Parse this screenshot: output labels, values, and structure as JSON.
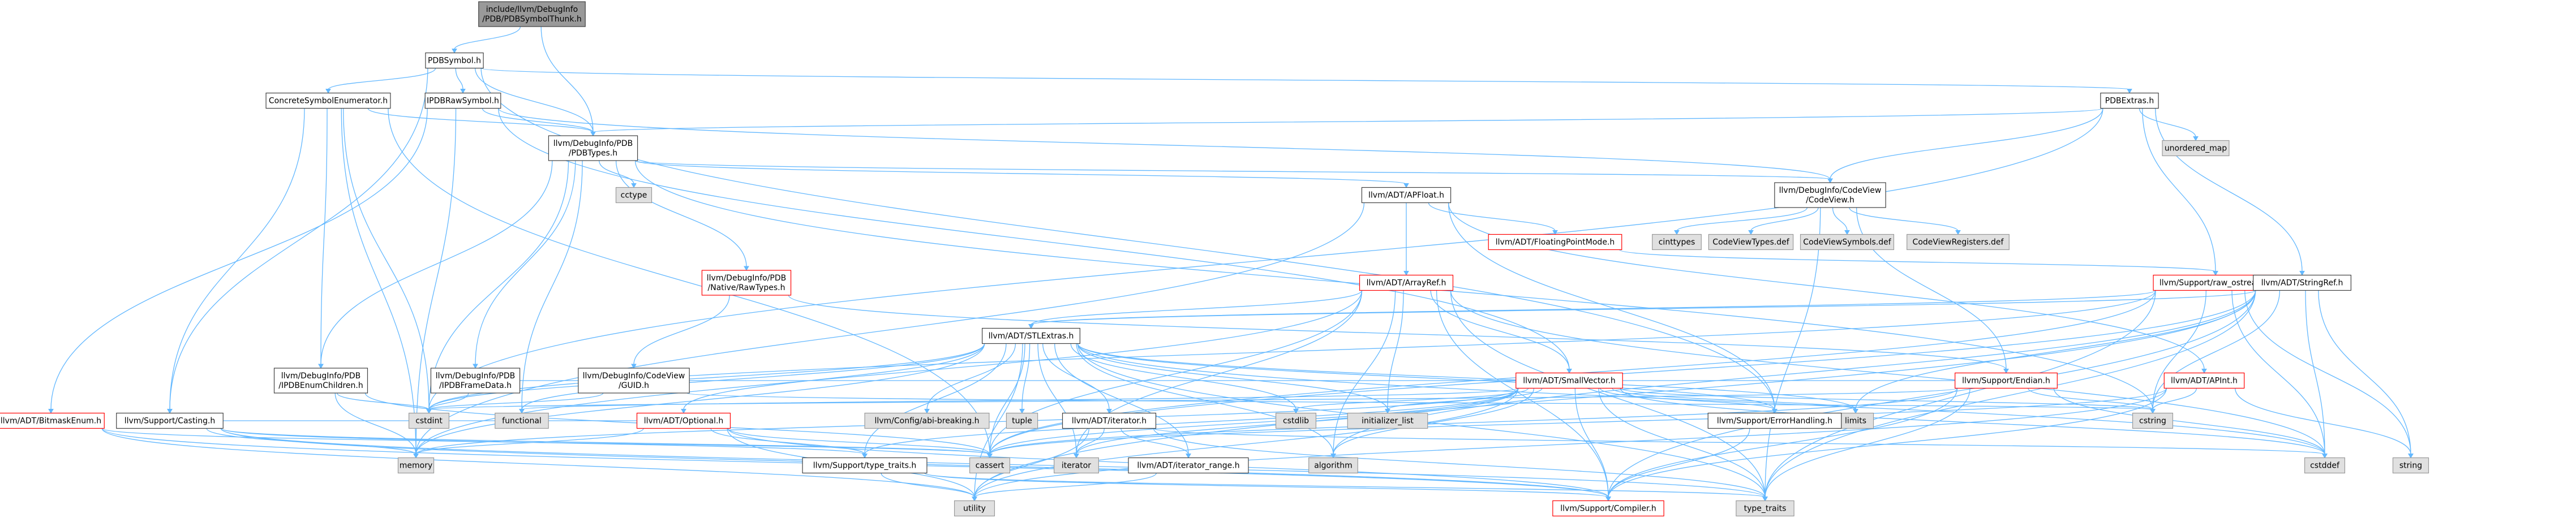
{
  "title": "include/llvm/DebugInfo/PDB/PDBSymbolThunk.h",
  "nodes": [
    {
      "id": "root",
      "lines": [
        "include/llvm/DebugInfo",
        "/PDB/PDBSymbolThunk.h"
      ],
      "style": "root"
    },
    {
      "id": "pdbsymbol",
      "lines": [
        "PDBSymbol.h"
      ],
      "style": "normal"
    },
    {
      "id": "concrete",
      "lines": [
        "ConcreteSymbolEnumerator.h"
      ],
      "style": "normal"
    },
    {
      "id": "ipdbraw",
      "lines": [
        "IPDBRawSymbol.h"
      ],
      "style": "normal"
    },
    {
      "id": "pdbextras",
      "lines": [
        "PDBExtras.h"
      ],
      "style": "normal"
    },
    {
      "id": "pdbtypes",
      "lines": [
        "llvm/DebugInfo/PDB",
        "/PDBTypes.h"
      ],
      "style": "normal"
    },
    {
      "id": "unordered_map",
      "lines": [
        "unordered_map"
      ],
      "style": "system"
    },
    {
      "id": "cctype",
      "lines": [
        "cctype"
      ],
      "style": "system"
    },
    {
      "id": "apfloat",
      "lines": [
        "llvm/ADT/APFloat.h"
      ],
      "style": "normal"
    },
    {
      "id": "codeview",
      "lines": [
        "llvm/DebugInfo/CodeView",
        "/CodeView.h"
      ],
      "style": "normal"
    },
    {
      "id": "cinttypes",
      "lines": [
        "cinttypes"
      ],
      "style": "system"
    },
    {
      "id": "cvtypesdef",
      "lines": [
        "CodeViewTypes.def"
      ],
      "style": "system"
    },
    {
      "id": "cvsymdef",
      "lines": [
        "CodeViewSymbols.def"
      ],
      "style": "system"
    },
    {
      "id": "cvregdef",
      "lines": [
        "CodeViewRegisters.def"
      ],
      "style": "system"
    },
    {
      "id": "fpmode",
      "lines": [
        "llvm/ADT/FloatingPointMode.h"
      ],
      "style": "red"
    },
    {
      "id": "rawostream",
      "lines": [
        "llvm/Support/raw_ostream.h"
      ],
      "style": "red"
    },
    {
      "id": "arrayref",
      "lines": [
        "llvm/ADT/ArrayRef.h"
      ],
      "style": "red"
    },
    {
      "id": "stringref",
      "lines": [
        "llvm/ADT/StringRef.h"
      ],
      "style": "normal"
    },
    {
      "id": "nativeraw",
      "lines": [
        "llvm/DebugInfo/PDB",
        "/Native/RawTypes.h"
      ],
      "style": "red"
    },
    {
      "id": "guid",
      "lines": [
        "llvm/DebugInfo/CodeView",
        "/GUID.h"
      ],
      "style": "normal"
    },
    {
      "id": "ipdbenum",
      "lines": [
        "llvm/DebugInfo/PDB",
        "/IPDBEnumChildren.h"
      ],
      "style": "normal"
    },
    {
      "id": "ipdbframe",
      "lines": [
        "llvm/DebugInfo/PDB",
        "/IPDBFrameData.h"
      ],
      "style": "normal"
    },
    {
      "id": "stlextras",
      "lines": [
        "llvm/ADT/STLExtras.h"
      ],
      "style": "normal"
    },
    {
      "id": "smallvector",
      "lines": [
        "llvm/ADT/SmallVector.h"
      ],
      "style": "red"
    },
    {
      "id": "endian",
      "lines": [
        "llvm/Support/Endian.h"
      ],
      "style": "red"
    },
    {
      "id": "apint",
      "lines": [
        "llvm/ADT/APInt.h"
      ],
      "style": "red"
    },
    {
      "id": "bitmask",
      "lines": [
        "llvm/ADT/BitmaskEnum.h"
      ],
      "style": "red"
    },
    {
      "id": "casting",
      "lines": [
        "llvm/Support/Casting.h"
      ],
      "style": "normal"
    },
    {
      "id": "cstdint",
      "lines": [
        "cstdint"
      ],
      "style": "system"
    },
    {
      "id": "functional",
      "lines": [
        "functional"
      ],
      "style": "system"
    },
    {
      "id": "optional",
      "lines": [
        "llvm/ADT/Optional.h"
      ],
      "style": "red"
    },
    {
      "id": "abibreak",
      "lines": [
        "llvm/Config/abi-breaking.h"
      ],
      "style": "system"
    },
    {
      "id": "tuple",
      "lines": [
        "tuple"
      ],
      "style": "system"
    },
    {
      "id": "adtiterator",
      "lines": [
        "llvm/ADT/iterator.h"
      ],
      "style": "normal"
    },
    {
      "id": "cstdlib",
      "lines": [
        "cstdlib"
      ],
      "style": "system"
    },
    {
      "id": "initlist",
      "lines": [
        "initializer_list"
      ],
      "style": "system"
    },
    {
      "id": "limits",
      "lines": [
        "limits"
      ],
      "style": "system"
    },
    {
      "id": "errorhandling",
      "lines": [
        "llvm/Support/ErrorHandling.h"
      ],
      "style": "normal"
    },
    {
      "id": "cstring",
      "lines": [
        "cstring"
      ],
      "style": "system"
    },
    {
      "id": "memory",
      "lines": [
        "memory"
      ],
      "style": "system"
    },
    {
      "id": "typetraits_llvm",
      "lines": [
        "llvm/Support/type_traits.h"
      ],
      "style": "normal"
    },
    {
      "id": "cassert",
      "lines": [
        "cassert"
      ],
      "style": "system"
    },
    {
      "id": "iterator",
      "lines": [
        "iterator"
      ],
      "style": "system"
    },
    {
      "id": "iterrange",
      "lines": [
        "llvm/ADT/iterator_range.h"
      ],
      "style": "normal"
    },
    {
      "id": "algorithm",
      "lines": [
        "algorithm"
      ],
      "style": "system"
    },
    {
      "id": "cstddef",
      "lines": [
        "cstddef"
      ],
      "style": "system"
    },
    {
      "id": "string",
      "lines": [
        "string"
      ],
      "style": "system"
    },
    {
      "id": "utility",
      "lines": [
        "utility"
      ],
      "style": "system"
    },
    {
      "id": "compiler",
      "lines": [
        "llvm/Support/Compiler.h"
      ],
      "style": "red"
    },
    {
      "id": "type_traits",
      "lines": [
        "type_traits"
      ],
      "style": "system"
    }
  ],
  "edges": [
    [
      "root",
      "pdbsymbol"
    ],
    [
      "root",
      "pdbtypes"
    ],
    [
      "pdbsymbol",
      "concrete"
    ],
    [
      "pdbsymbol",
      "ipdbraw"
    ],
    [
      "pdbsymbol",
      "pdbextras"
    ],
    [
      "pdbsymbol",
      "pdbtypes"
    ],
    [
      "pdbsymbol",
      "casting"
    ],
    [
      "pdbsymbol",
      "errorhandling"
    ],
    [
      "concrete",
      "pdbtypes"
    ],
    [
      "concrete",
      "ipdbenum"
    ],
    [
      "concrete",
      "casting"
    ],
    [
      "concrete",
      "cstdint"
    ],
    [
      "concrete",
      "memory"
    ],
    [
      "concrete",
      "cassert"
    ],
    [
      "ipdbraw",
      "pdbtypes"
    ],
    [
      "ipdbraw",
      "codeview"
    ],
    [
      "ipdbraw",
      "bitmask"
    ],
    [
      "ipdbraw",
      "smallvector"
    ],
    [
      "ipdbraw",
      "memory"
    ],
    [
      "pdbextras",
      "unordered_map"
    ],
    [
      "pdbextras",
      "pdbtypes"
    ],
    [
      "pdbextras",
      "codeview"
    ],
    [
      "pdbextras",
      "rawostream"
    ],
    [
      "pdbextras",
      "stringref"
    ],
    [
      "pdbextras",
      "cstdint"
    ],
    [
      "pdbtypes",
      "cctype"
    ],
    [
      "pdbtypes",
      "apfloat"
    ],
    [
      "pdbtypes",
      "codeview"
    ],
    [
      "pdbtypes",
      "nativeraw"
    ],
    [
      "pdbtypes",
      "ipdbenum"
    ],
    [
      "pdbtypes",
      "ipdbframe"
    ],
    [
      "pdbtypes",
      "cstdint"
    ],
    [
      "pdbtypes",
      "cstring"
    ],
    [
      "pdbtypes",
      "functional"
    ],
    [
      "codeview",
      "cinttypes"
    ],
    [
      "codeview",
      "cvtypesdef"
    ],
    [
      "codeview",
      "cvsymdef"
    ],
    [
      "codeview",
      "cvregdef"
    ],
    [
      "codeview",
      "endian"
    ],
    [
      "codeview",
      "type_traits"
    ],
    [
      "apfloat",
      "fpmode"
    ],
    [
      "apfloat",
      "arrayref"
    ],
    [
      "apfloat",
      "apint"
    ],
    [
      "apfloat",
      "errorhandling"
    ],
    [
      "apfloat",
      "memory"
    ],
    [
      "fpmode",
      "rawostream"
    ],
    [
      "rawostream",
      "stlextras"
    ],
    [
      "rawostream",
      "stringref"
    ],
    [
      "rawostream",
      "cassert"
    ],
    [
      "rawostream",
      "cstddef"
    ],
    [
      "rawostream",
      "cstdint"
    ],
    [
      "rawostream",
      "cstring"
    ],
    [
      "rawostream",
      "string"
    ],
    [
      "rawostream",
      "type_traits"
    ],
    [
      "arrayref",
      "stlextras"
    ],
    [
      "arrayref",
      "smallvector"
    ],
    [
      "arrayref",
      "compiler"
    ],
    [
      "arrayref",
      "algorithm"
    ],
    [
      "arrayref",
      "cassert"
    ],
    [
      "arrayref",
      "cstddef"
    ],
    [
      "arrayref",
      "initlist"
    ],
    [
      "arrayref",
      "iterator"
    ],
    [
      "arrayref",
      "memory"
    ],
    [
      "arrayref",
      "type_traits"
    ],
    [
      "stringref",
      "stlextras"
    ],
    [
      "stringref",
      "compiler"
    ],
    [
      "stringref",
      "algorithm"
    ],
    [
      "stringref",
      "cassert"
    ],
    [
      "stringref",
      "cstddef"
    ],
    [
      "stringref",
      "cstring"
    ],
    [
      "stringref",
      "limits"
    ],
    [
      "stringref",
      "string"
    ],
    [
      "stringref",
      "type_traits"
    ],
    [
      "stringref",
      "utility"
    ],
    [
      "nativeraw",
      "guid"
    ],
    [
      "nativeraw",
      "endian"
    ],
    [
      "guid",
      "cstdint"
    ],
    [
      "guid",
      "cstring"
    ],
    [
      "ipdbenum",
      "cassert"
    ],
    [
      "ipdbenum",
      "cstdint"
    ],
    [
      "ipdbenum",
      "memory"
    ],
    [
      "ipdbframe",
      "cstdint"
    ],
    [
      "ipdbframe",
      "endian"
    ],
    [
      "stlextras",
      "optional"
    ],
    [
      "stlextras",
      "abibreak"
    ],
    [
      "stlextras",
      "tuple"
    ],
    [
      "stlextras",
      "adtiterator"
    ],
    [
      "stlextras",
      "cstdlib"
    ],
    [
      "stlextras",
      "initlist"
    ],
    [
      "stlextras",
      "functional"
    ],
    [
      "stlextras",
      "memory"
    ],
    [
      "stlextras",
      "typetraits_llvm"
    ],
    [
      "stlextras",
      "iterrange"
    ],
    [
      "stlextras",
      "algorithm"
    ],
    [
      "stlextras",
      "cassert"
    ],
    [
      "stlextras",
      "cstddef"
    ],
    [
      "stlextras",
      "cstdint"
    ],
    [
      "stlextras",
      "iterator"
    ],
    [
      "stlextras",
      "limits"
    ],
    [
      "stlextras",
      "type_traits"
    ],
    [
      "stlextras",
      "utility"
    ],
    [
      "stlextras",
      "errorhandling"
    ],
    [
      "smallvector",
      "compiler"
    ],
    [
      "smallvector",
      "typetraits_llvm"
    ],
    [
      "smallvector",
      "algorithm"
    ],
    [
      "smallvector",
      "cassert"
    ],
    [
      "smallvector",
      "cstddef"
    ],
    [
      "smallvector",
      "cstdlib"
    ],
    [
      "smallvector",
      "cstring"
    ],
    [
      "smallvector",
      "functional"
    ],
    [
      "smallvector",
      "initlist"
    ],
    [
      "smallvector",
      "iterator"
    ],
    [
      "smallvector",
      "limits"
    ],
    [
      "smallvector",
      "memory"
    ],
    [
      "smallvector",
      "type_traits"
    ],
    [
      "smallvector",
      "utility"
    ],
    [
      "smallvector",
      "errorhandling"
    ],
    [
      "endian",
      "compiler"
    ],
    [
      "endian",
      "cassert"
    ],
    [
      "endian",
      "cstddef"
    ],
    [
      "endian",
      "cstdint"
    ],
    [
      "endian",
      "cstring"
    ],
    [
      "endian",
      "type_traits"
    ],
    [
      "apint",
      "compiler"
    ],
    [
      "apint",
      "cassert"
    ],
    [
      "apint",
      "cstring"
    ],
    [
      "apint",
      "string"
    ],
    [
      "apint",
      "utility"
    ],
    [
      "bitmask",
      "compiler"
    ],
    [
      "bitmask",
      "cassert"
    ],
    [
      "bitmask",
      "utility"
    ],
    [
      "casting",
      "compiler"
    ],
    [
      "casting",
      "typetraits_llvm"
    ],
    [
      "casting",
      "cassert"
    ],
    [
      "casting",
      "memory"
    ],
    [
      "casting",
      "type_traits"
    ],
    [
      "casting",
      "optional"
    ],
    [
      "optional",
      "compiler"
    ],
    [
      "optional",
      "typetraits_llvm"
    ],
    [
      "optional",
      "cassert"
    ],
    [
      "optional",
      "memory"
    ],
    [
      "optional",
      "utility"
    ],
    [
      "adtiterator",
      "iterrange"
    ],
    [
      "adtiterator",
      "cstddef"
    ],
    [
      "adtiterator",
      "iterator"
    ],
    [
      "adtiterator",
      "type_traits"
    ],
    [
      "adtiterator",
      "utility"
    ],
    [
      "errorhandling",
      "compiler"
    ],
    [
      "typetraits_llvm",
      "compiler"
    ],
    [
      "typetraits_llvm",
      "type_traits"
    ],
    [
      "typetraits_llvm",
      "utility"
    ],
    [
      "iterrange",
      "utility"
    ]
  ],
  "colors": {
    "edge": "#63b8ff",
    "normal_stroke": "#404040",
    "normal_fill": "#ffffff",
    "red_stroke": "#ff0000",
    "system_fill": "#e0e0e0",
    "system_stroke": "#999999",
    "root_fill": "#999999",
    "text": "#000000"
  }
}
